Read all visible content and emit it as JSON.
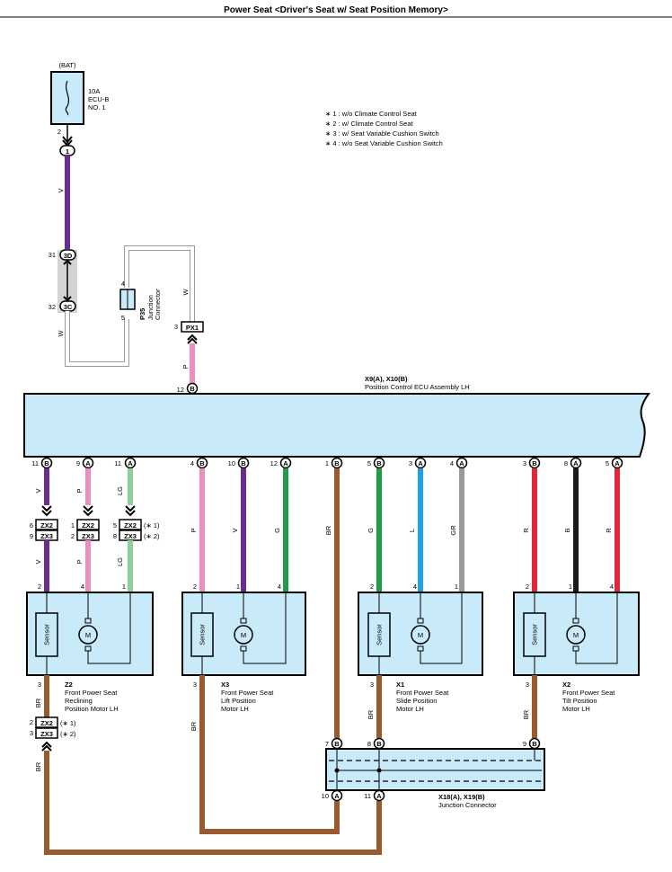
{
  "title": "Power Seat <Driver's Seat w/ Seat Position Memory>",
  "notes": [
    "∗ 1 : w/o Climate Control Seat",
    "∗ 2 : w/ Climate Control Seat",
    "∗ 3 : w/ Seat Variable Cushion Switch",
    "∗ 4 : w/o Seat Variable Cushion Switch"
  ],
  "fuse": {
    "source": "(BAT)",
    "rating": "10A",
    "name": "ECU-B",
    "number": "NO. 1",
    "pin": "2",
    "terminal": "1"
  },
  "junction_block": {
    "top_pin": "31",
    "top_term": "3D",
    "bot_pin": "32",
    "bot_term": "3C"
  },
  "p35": {
    "id": "P35",
    "name1": "Junction",
    "name2": "Connector",
    "pin_top": "4",
    "pin_bot": "5"
  },
  "px1": {
    "pin": "3",
    "term": "PX1"
  },
  "ecu": {
    "id": "X9(A), X10(B)",
    "name": "Position Control ECU Assembly LH",
    "top_pin": "12",
    "top_term": "B"
  },
  "wire_colors": {
    "W": "W",
    "V": "V",
    "P": "P",
    "LG": "LG",
    "G": "G",
    "BR": "BR",
    "L": "L",
    "GR": "GR",
    "R": "R",
    "B": "B"
  },
  "colors": {
    "V": "#6a2c8e",
    "P": "#ec8ec0",
    "LG": "#8fcf9b",
    "G": "#1f9e4a",
    "BR": "#9a5a30",
    "L": "#1fa3e0",
    "GR": "#9a9a9a",
    "R": "#e0263a",
    "B": "#1a1a1a",
    "W": "#ffffff",
    "ecu_fill": "#c9ebf9"
  },
  "ecu_pins": [
    {
      "pin": "11",
      "term": "B"
    },
    {
      "pin": "9",
      "term": "A"
    },
    {
      "pin": "11",
      "term": "A"
    },
    {
      "pin": "4",
      "term": "B"
    },
    {
      "pin": "10",
      "term": "B"
    },
    {
      "pin": "12",
      "term": "A"
    },
    {
      "pin": "1",
      "term": "B"
    },
    {
      "pin": "5",
      "term": "B"
    },
    {
      "pin": "3",
      "term": "A"
    },
    {
      "pin": "4",
      "term": "A"
    },
    {
      "pin": "3",
      "term": "B"
    },
    {
      "pin": "8",
      "term": "A"
    },
    {
      "pin": "5",
      "term": "A"
    }
  ],
  "zx_connectors": [
    {
      "pin1": "6",
      "name1": "ZX2",
      "pin2": "9",
      "name2": "ZX3",
      "n1": "",
      "n2": ""
    },
    {
      "pin1": "1",
      "name1": "ZX2",
      "pin2": "2",
      "name2": "ZX3",
      "n1": "",
      "n2": ""
    },
    {
      "pin1": "5",
      "name1": "ZX2",
      "pin2": "8",
      "name2": "ZX3",
      "n1": "(∗ 1)",
      "n2": "(∗ 2)"
    }
  ],
  "motors": [
    {
      "id": "Z2",
      "name1": "Front Power Seat",
      "name2": "Reclining",
      "name3": "Position Motor LH",
      "sensor": "Sensor",
      "m": "M",
      "pins": [
        "2",
        "4",
        "1"
      ],
      "bot_pin": "3"
    },
    {
      "id": "X3",
      "name1": "Front Power Seat",
      "name2": "Lift Position",
      "name3": "Motor LH",
      "sensor": "Sensor",
      "m": "M",
      "pins": [
        "2",
        "1",
        "4"
      ],
      "bot_pin": "3"
    },
    {
      "id": "X1",
      "name1": "Front Power Seat",
      "name2": "Slide Position",
      "name3": "Motor LH",
      "sensor": "Sensor",
      "m": "M",
      "pins": [
        "2",
        "4",
        "1"
      ],
      "bot_pin": "3"
    },
    {
      "id": "X2",
      "name1": "Front Power Seat",
      "name2": "Tilt Position",
      "name3": "Motor LH",
      "sensor": "Sensor",
      "m": "M",
      "pins": [
        "2",
        "1",
        "4"
      ],
      "bot_pin": "3"
    }
  ],
  "z2_conn": {
    "pin1": "2",
    "name1": "ZX2",
    "n1": "(∗ 1)",
    "pin2": "3",
    "name2": "ZX3",
    "n2": "(∗ 2)"
  },
  "jc": {
    "id": "X18(A), X19(B)",
    "name": "Junction Connector",
    "top": [
      {
        "pin": "7",
        "term": "B"
      },
      {
        "pin": "8",
        "term": "B"
      },
      {
        "pin": "9",
        "term": "B"
      }
    ],
    "bot": [
      {
        "pin": "10",
        "term": "A"
      },
      {
        "pin": "11",
        "term": "A"
      }
    ]
  }
}
